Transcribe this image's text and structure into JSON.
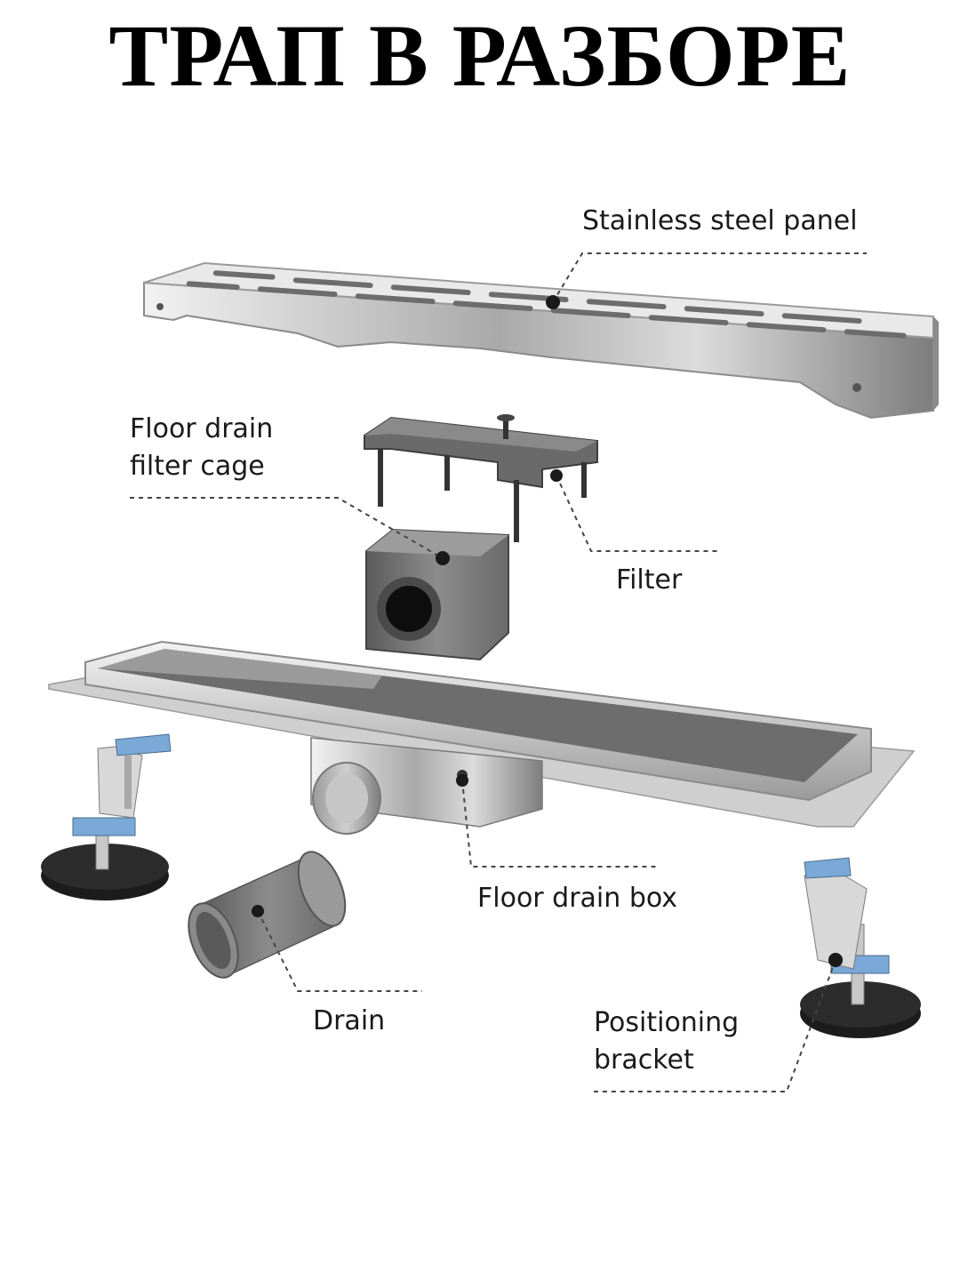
{
  "title": "ТРАП В РАЗБОРЕ",
  "labels": {
    "stainless_steel_panel": "Stainless steel panel",
    "filter_cage_line1": "Floor drain",
    "filter_cage_line2": "filter cage",
    "filter": "Filter",
    "floor_drain_box": "Floor drain box",
    "drain": "Drain",
    "positioning_bracket_line1": "Positioning",
    "positioning_bracket_line2": "bracket"
  },
  "colors": {
    "title": "#000000",
    "label_text": "#1a1a1a",
    "leader_line": "#444444",
    "steel_light": "#e8e8e8",
    "steel_dark": "#8a8a8a",
    "plastic_gray": "#6e6e6e",
    "foot_black": "#1c1c1c"
  }
}
